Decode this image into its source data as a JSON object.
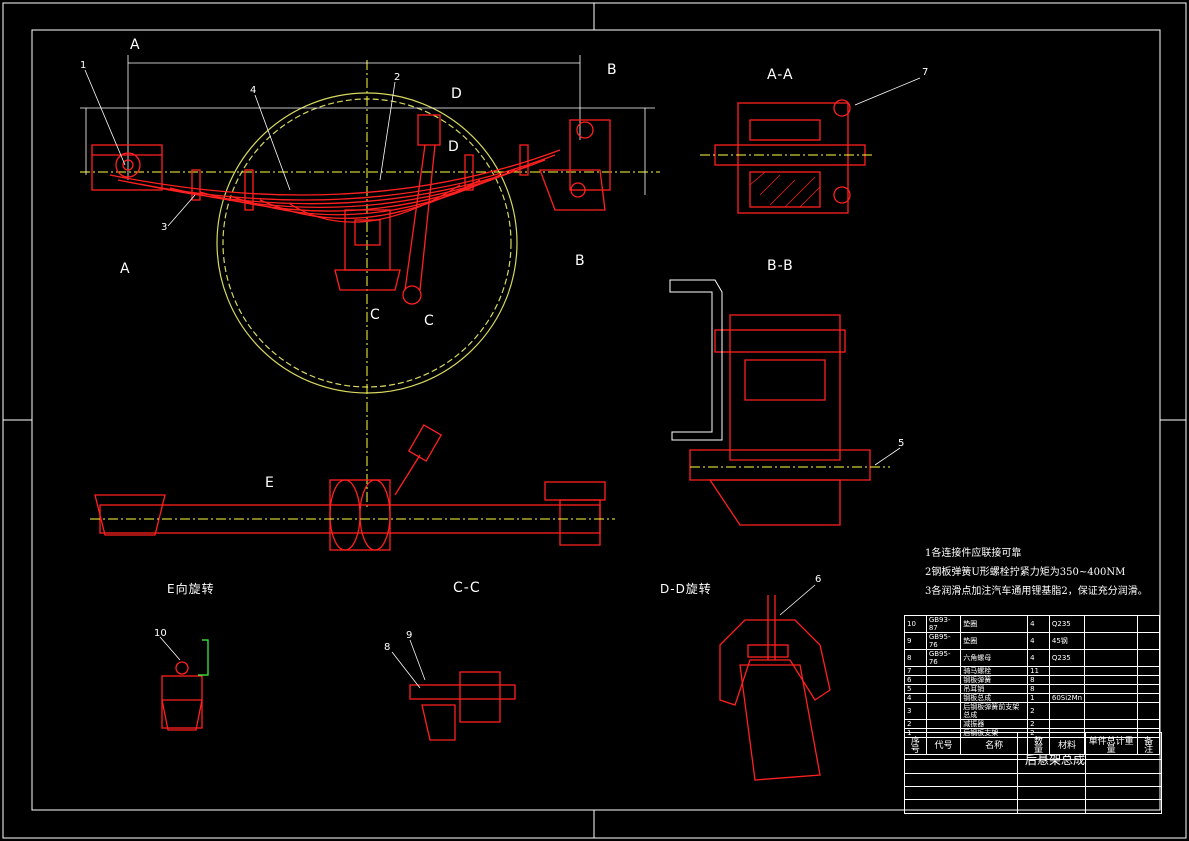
{
  "section_labels": {
    "a_top": "A",
    "a_bottom": "A",
    "b_top": "B",
    "b_bottom": "B",
    "c_left": "C",
    "c_right": "C",
    "d_top": "D",
    "d_mid": "D",
    "e": "E",
    "view_aa": "A-A",
    "view_bb": "B-B",
    "view_e": "E向旋转",
    "view_cc": "C-C",
    "view_dd": "D-D旋转"
  },
  "item_numbers": {
    "n1": "1",
    "n2": "2",
    "n3": "3",
    "n4": "4",
    "n5": "5",
    "n6": "6",
    "n7": "7",
    "n8": "8",
    "n9": "9",
    "n10": "10"
  },
  "notes": [
    "1各连接件应联接可靠",
    "2钢板弹簧U形螺栓拧紧力矩为350~400NM",
    "3各润滑点加注汽车通用锂基脂2，保证充分润滑。"
  ],
  "parts_table": {
    "rows": [
      {
        "no": "10",
        "code": "GB93-87",
        "name": "垫圈",
        "qty": "4",
        "material": "Q235"
      },
      {
        "no": "9",
        "code": "GB95-76",
        "name": "垫圈",
        "qty": "4",
        "material": "45钢"
      },
      {
        "no": "8",
        "code": "GB95-76",
        "name": "六角螺母",
        "qty": "4",
        "material": "Q235"
      },
      {
        "no": "7",
        "code": "",
        "name": "骑马螺栓",
        "qty": "11",
        "material": ""
      },
      {
        "no": "6",
        "code": "",
        "name": "钢板弹簧",
        "qty": "8",
        "material": ""
      },
      {
        "no": "5",
        "code": "",
        "name": "吊耳销",
        "qty": "8",
        "material": ""
      },
      {
        "no": "4",
        "code": "",
        "name": "钢板总成",
        "qty": "1",
        "material": "60Si2Mn"
      },
      {
        "no": "3",
        "code": "",
        "name": "后钢板弹簧前支架总成",
        "qty": "2",
        "material": ""
      },
      {
        "no": "2",
        "code": "",
        "name": "减振器",
        "qty": "2",
        "material": ""
      },
      {
        "no": "1",
        "code": "",
        "name": "后钢板支架",
        "qty": "2",
        "material": ""
      }
    ],
    "header": {
      "no": "序号",
      "code": "代号",
      "name": "名称",
      "qty": "数量",
      "material": "材料",
      "weight": "单件总计重量",
      "remark": "备注"
    }
  },
  "title_block": {
    "title": "后悬架总成"
  },
  "colors": {
    "background": "#000000",
    "frame": "#ffffff",
    "part": "#ff2020",
    "centerline": "#ffff40",
    "dimension": "#ffffff",
    "hatch": "#ff2020",
    "wheel": "#d8d860",
    "accent": "#ffffff"
  }
}
